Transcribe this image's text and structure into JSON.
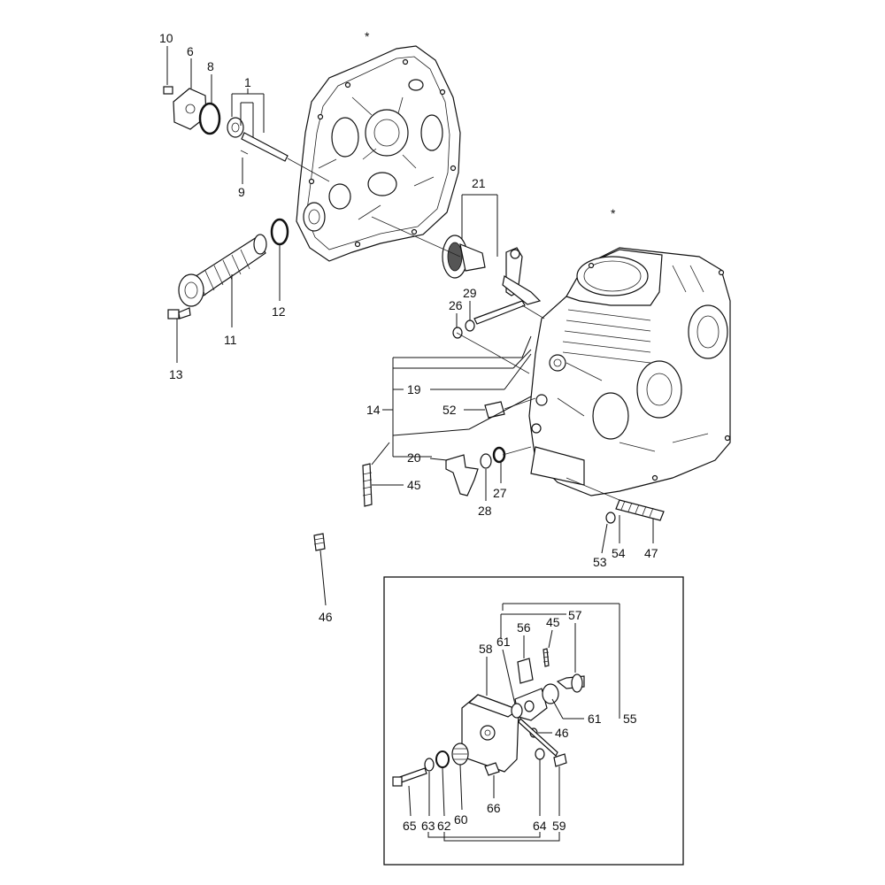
{
  "figure": {
    "asterisk_marks": [
      "*",
      "*"
    ],
    "callouts": {
      "c10": "10",
      "c6": "6",
      "c8": "8",
      "c1": "1",
      "c9": "9",
      "c12": "12",
      "c11": "11",
      "c13": "13",
      "c21": "21",
      "c29": "29",
      "c26": "26",
      "c19": "19",
      "c14": "14",
      "c52": "52",
      "c20": "20",
      "c45": "45",
      "c28": "28",
      "c27": "27",
      "c53": "53",
      "c54": "54",
      "c47": "47",
      "c46": "46",
      "c57": "57",
      "c56": "56",
      "c45b": "45",
      "c58": "58",
      "c61": "61",
      "c61b": "61",
      "c55": "55",
      "c46b": "46",
      "c65": "65",
      "c63": "63",
      "c62": "62",
      "c60": "60",
      "c66": "66",
      "c64": "64",
      "c59": "59"
    }
  }
}
